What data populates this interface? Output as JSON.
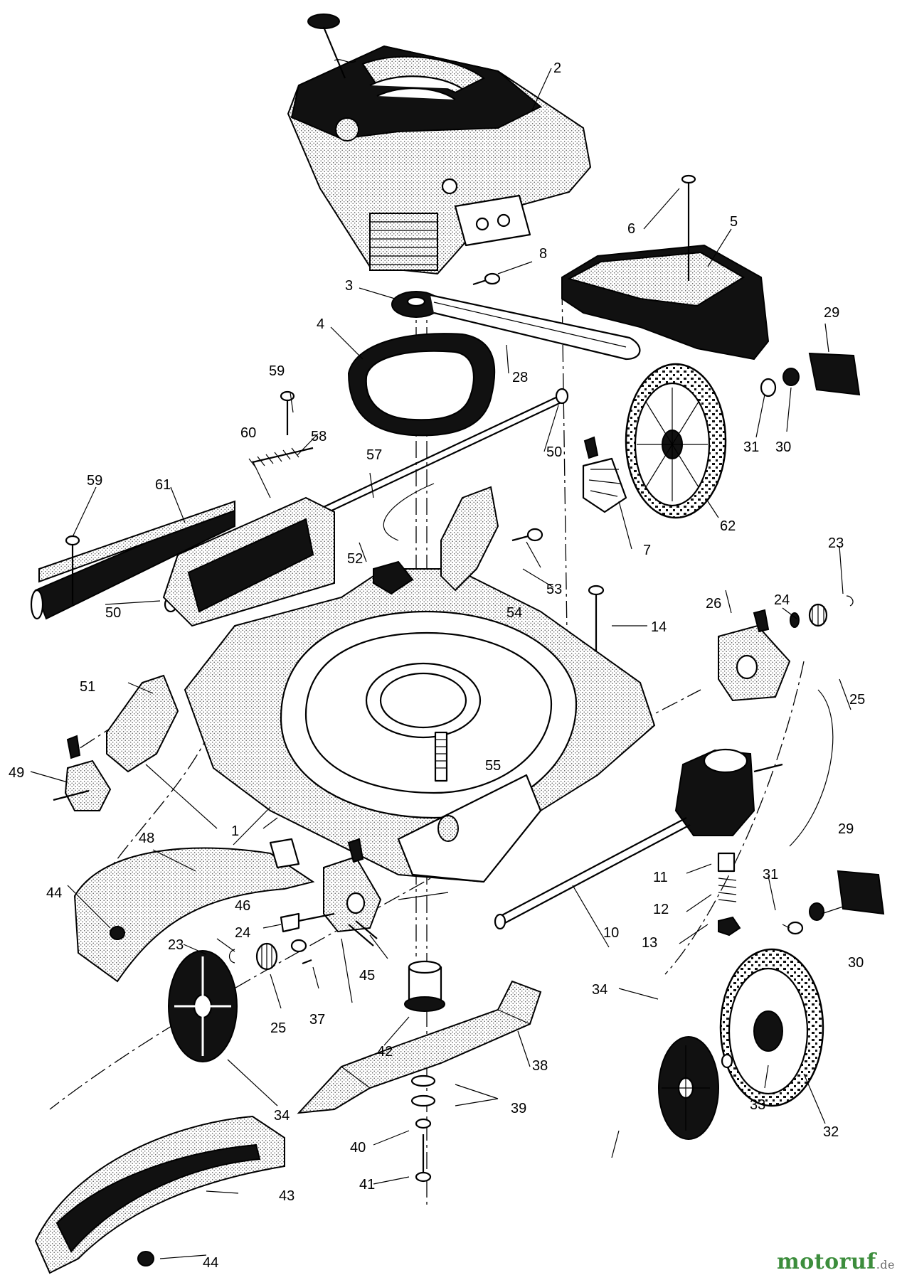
{
  "watermark": {
    "name": "motoruf",
    "tld": ".de"
  },
  "callouts": [
    "1",
    "2",
    "3",
    "4",
    "5",
    "6",
    "7",
    "8",
    "10",
    "11",
    "12",
    "13",
    "14",
    "23",
    "24",
    "25",
    "26",
    "28",
    "29",
    "30",
    "31",
    "32",
    "33",
    "34",
    "37",
    "38",
    "39",
    "40",
    "41",
    "42",
    "43",
    "44",
    "45",
    "46",
    "48",
    "49",
    "50",
    "51",
    "52",
    "53",
    "54",
    "55",
    "57",
    "58",
    "59",
    "60",
    "61",
    "62"
  ]
}
